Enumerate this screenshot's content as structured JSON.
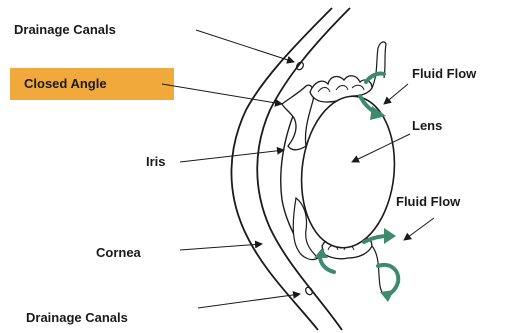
{
  "labels": {
    "drainage_top": "Drainage Canals",
    "closed_angle": "Closed Angle",
    "fluid_flow_top": "Fluid Flow",
    "lens": "Lens",
    "iris": "Iris",
    "fluid_flow_bottom": "Fluid Flow",
    "cornea": "Cornea",
    "drainage_bottom": "Drainage Canals"
  },
  "colors": {
    "highlight": "#f2a93b",
    "fluid_arrow": "#3d8a6c",
    "line": "#1a1a1a"
  }
}
